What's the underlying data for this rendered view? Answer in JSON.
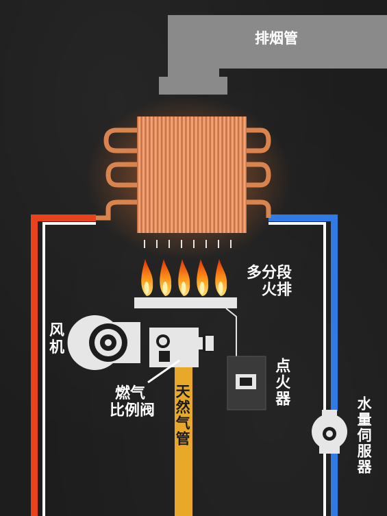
{
  "labels": {
    "exhaust_pipe": "排烟管",
    "burner_line1": "多分段",
    "burner_line2": "火排",
    "fan_line1": "风",
    "fan_line2": "机",
    "valve_line1": "燃气",
    "valve_line2": "比例阀",
    "gas_pipe": "天然气管",
    "igniter": "点火器",
    "water_servo": "水量伺服器"
  },
  "colors": {
    "hot_water": "#e8431c",
    "cold_water": "#2f7ae5",
    "gas": "#e8a92a",
    "copper": "#d9844f",
    "component": "#e6e6e6",
    "exhaust": "#8a8a8a",
    "background": "#1d1d1d"
  },
  "icons": {
    "fan": "fan-icon",
    "flame": "flame-icon",
    "valve": "valve-icon",
    "igniter": "igniter-icon",
    "servo": "water-servo-icon"
  }
}
